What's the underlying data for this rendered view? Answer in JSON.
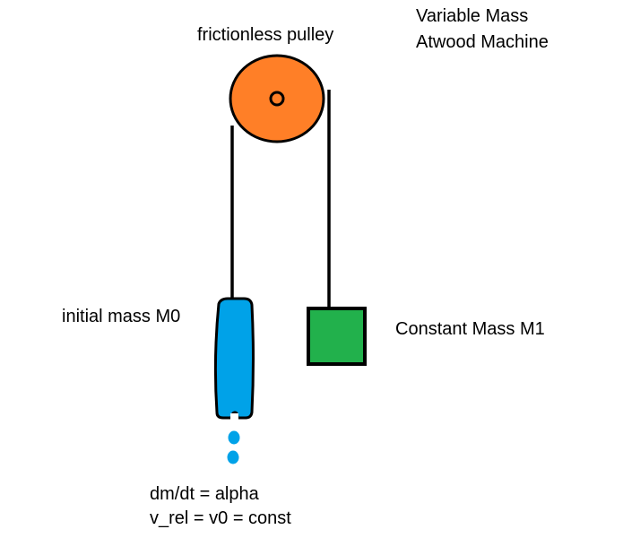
{
  "title": {
    "line1": "Variable Mass",
    "line2": "Atwood Machine"
  },
  "labels": {
    "pulley": "frictionless pulley",
    "mass_left": "initial mass M0",
    "mass_right": "Constant Mass M1",
    "equation_1": "dm/dt = alpha",
    "equation_2": "v_rel = v0 = const"
  },
  "colors": {
    "pulley": "#FF7F27",
    "variable_mass": "#00A2E8",
    "constant_mass": "#22B14C",
    "droplet": "#00A2E8",
    "outline": "#000000",
    "background": "#FFFFFF"
  },
  "components": {
    "pulley": "frictionless-pulley",
    "axle": "pulley-axle",
    "rope_left": "rope-to-variable-mass",
    "rope_right": "rope-to-constant-mass",
    "variable_mass": "leaking-variable-mass",
    "constant_mass": "constant-mass-block",
    "droplets": [
      "droplet-1",
      "droplet-2"
    ]
  }
}
